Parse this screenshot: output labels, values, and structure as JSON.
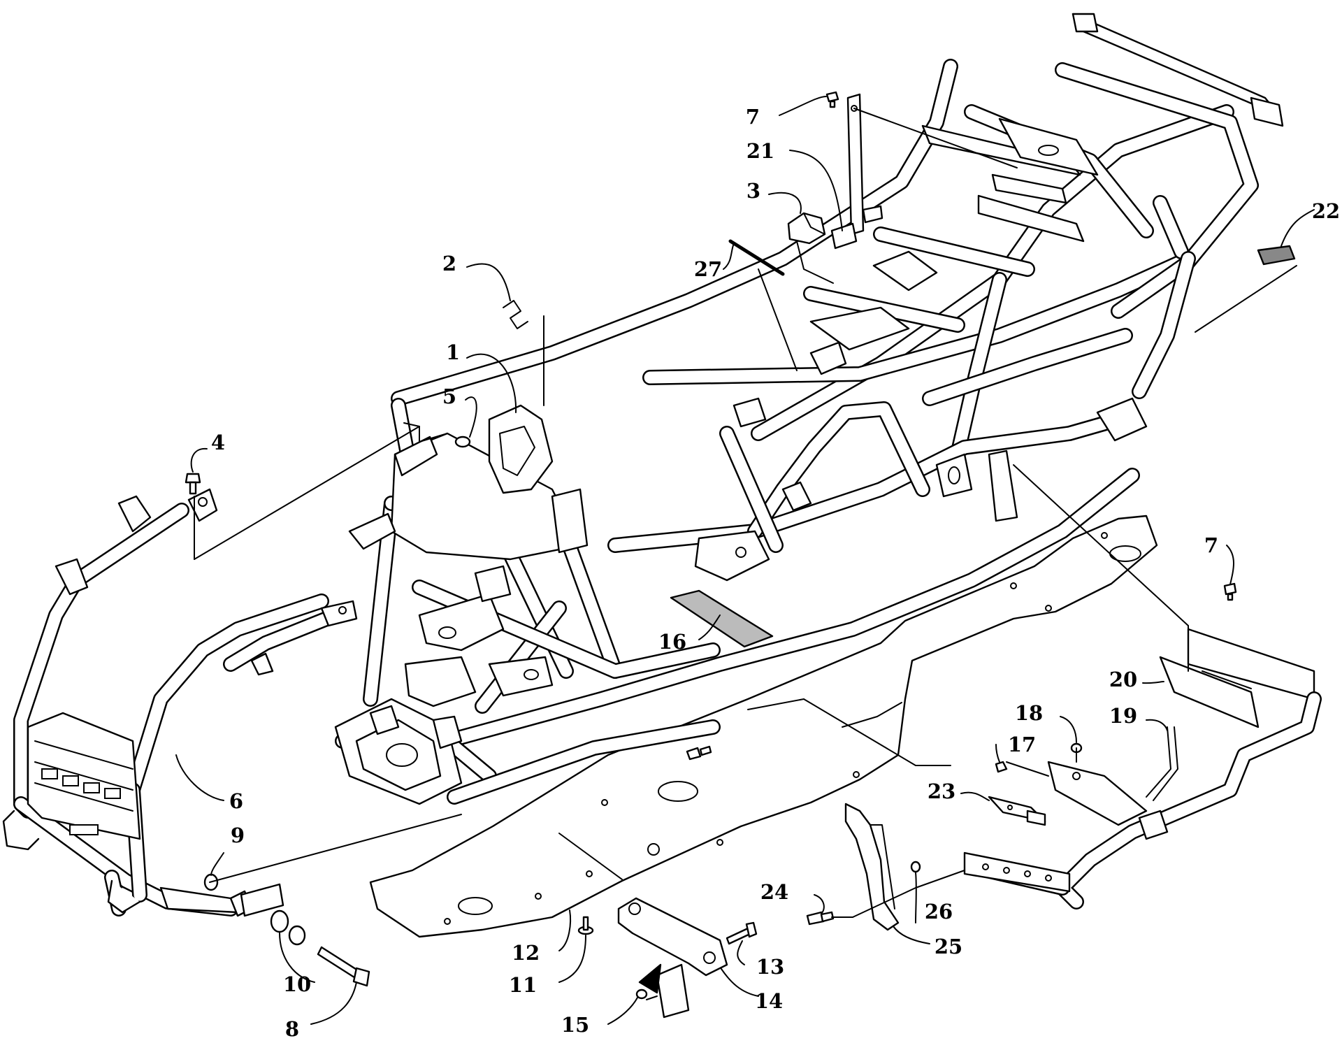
{
  "diagram": {
    "callouts": [
      {
        "id": "c1",
        "label": "1"
      },
      {
        "id": "c2",
        "label": "2"
      },
      {
        "id": "c3",
        "label": "3"
      },
      {
        "id": "c4",
        "label": "4"
      },
      {
        "id": "c5",
        "label": "5"
      },
      {
        "id": "c6",
        "label": "6"
      },
      {
        "id": "c7a",
        "label": "7"
      },
      {
        "id": "c7b",
        "label": "7"
      },
      {
        "id": "c8",
        "label": "8"
      },
      {
        "id": "c9",
        "label": "9"
      },
      {
        "id": "c10",
        "label": "10"
      },
      {
        "id": "c11",
        "label": "11"
      },
      {
        "id": "c12",
        "label": "12"
      },
      {
        "id": "c13",
        "label": "13"
      },
      {
        "id": "c14",
        "label": "14"
      },
      {
        "id": "c15",
        "label": "15"
      },
      {
        "id": "c16",
        "label": "16"
      },
      {
        "id": "c17",
        "label": "17"
      },
      {
        "id": "c18",
        "label": "18"
      },
      {
        "id": "c19",
        "label": "19"
      },
      {
        "id": "c20",
        "label": "20"
      },
      {
        "id": "c21",
        "label": "21"
      },
      {
        "id": "c22",
        "label": "22"
      },
      {
        "id": "c23",
        "label": "23"
      },
      {
        "id": "c24",
        "label": "24"
      },
      {
        "id": "c25",
        "label": "25"
      },
      {
        "id": "c26",
        "label": "26"
      },
      {
        "id": "c27",
        "label": "27"
      }
    ],
    "colors": {
      "line": "#000000",
      "paper": "#ffffff"
    }
  }
}
